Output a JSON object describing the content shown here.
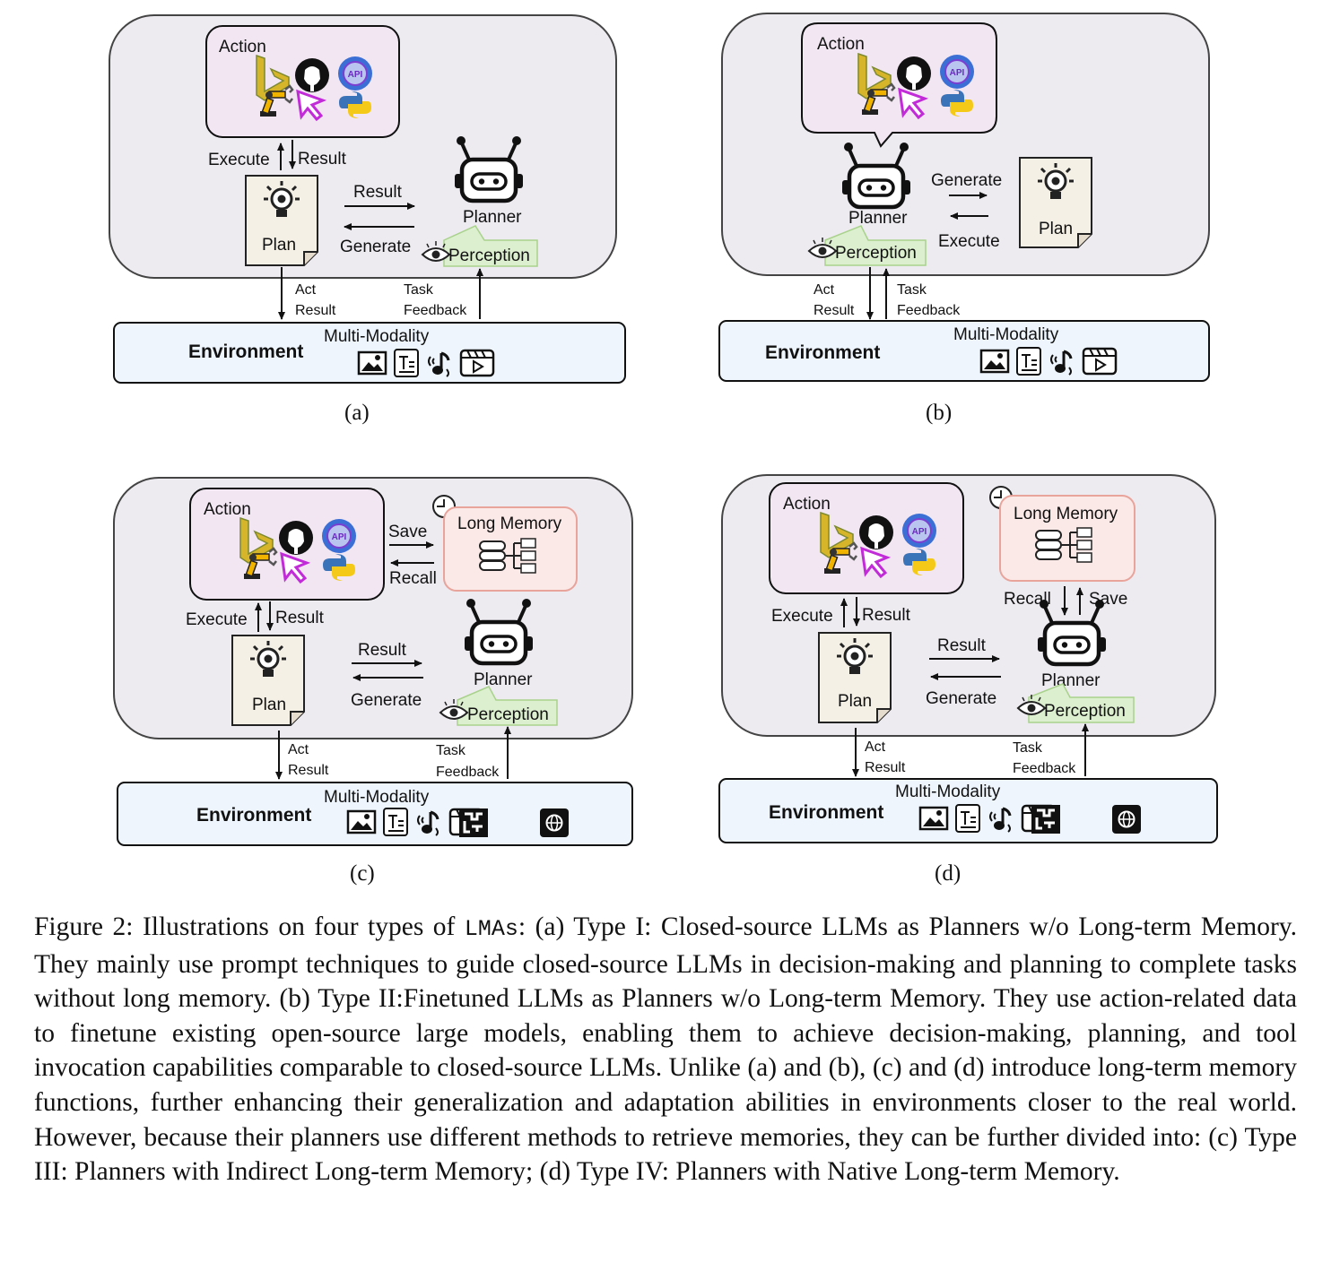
{
  "panels": [
    {
      "id": "a",
      "sublabel": "(a)"
    },
    {
      "id": "b",
      "sublabel": "(b)"
    },
    {
      "id": "c",
      "sublabel": "(c)"
    },
    {
      "id": "d",
      "sublabel": "(d)"
    }
  ],
  "labels": {
    "action": "Action",
    "planner": "Planner",
    "plan": "Plan",
    "perception": "Perception",
    "environment": "Environment",
    "multi_modality": "Multi-Modality",
    "long_memory": "Long Memory",
    "execute": "Execute",
    "result": "Result",
    "generate": "Generate",
    "act": "Act",
    "task": "Task",
    "feedback": "Feedback",
    "save": "Save",
    "recall": "Recall",
    "api": "API"
  },
  "colors": {
    "outer_box": "#edeaf0",
    "action_box": "#f1e6f2",
    "environment_box": "#eef5fd",
    "memory_box": "#fbe9e7",
    "memory_border": "#e8a39b",
    "perception": "#dcefcf",
    "plan_paper": "#f5f0e6"
  },
  "caption": {
    "figure_label": "Figure 2:",
    "part1": "Illustrations on four types of",
    "code_term": "LMAs",
    "part2": ": (a) Type I: Closed-source LLMs as Planners w/o Long-term Memory. They mainly use prompt techniques to guide closed-source LLMs in decision-making and planning to complete tasks without long memory. (b) Type II:Finetuned LLMs as Planners w/o Long-term Memory. They use action-related data to finetune existing open-source large models, enabling them to achieve decision-making, planning, and tool invocation capabilities comparable to closed-source LLMs. Unlike (a) and (b), (c) and (d) introduce long-term memory functions, further enhancing their generalization and adaptation abilities in environments closer to the real world. However, because their planners use different methods to retrieve memories, they can be further divided into: (c) Type III: Planners with Indirect Long-term Memory; (d) Type IV: Planners with Native Long-term Memory."
  }
}
